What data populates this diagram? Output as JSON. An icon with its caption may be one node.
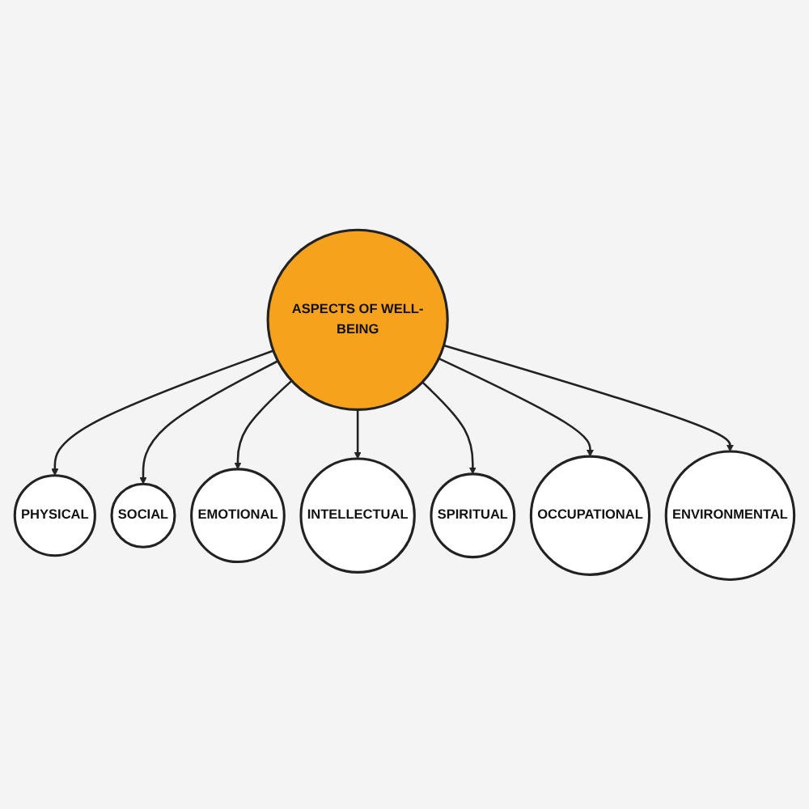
{
  "diagram": {
    "nodes": [
      {
        "text": [
          "ASPECTS OF WELL-BEING"
        ]
      },
      {
        "text": [
          "SOCIAL"
        ]
      },
      {
        "text": [
          "PHYSICAL"
        ]
      },
      {
        "text": [
          "EMOTIONAL"
        ]
      },
      {
        "text": [
          "INTELLECTUAL"
        ]
      },
      {
        "text": [
          "SPIRITUAL"
        ]
      },
      {
        "text": [
          "OCCUPATIONAL"
        ]
      },
      {
        "text": [
          "ENVIRONMENTAL"
        ]
      }
    ],
    "edges": [
      {
        "from": 0,
        "to": 2,
        "arrow": "to"
      },
      {
        "from": 0,
        "to": 1,
        "arrow": "to"
      },
      {
        "from": 0,
        "to": 3,
        "arrow": "to"
      },
      {
        "from": 0,
        "to": 4,
        "arrow": "to"
      },
      {
        "from": 0,
        "to": 5,
        "arrow": "to"
      },
      {
        "from": 0,
        "to": 6,
        "arrow": "to"
      },
      {
        "from": 0,
        "to": 7,
        "arrow": "to"
      }
    ]
  }
}
